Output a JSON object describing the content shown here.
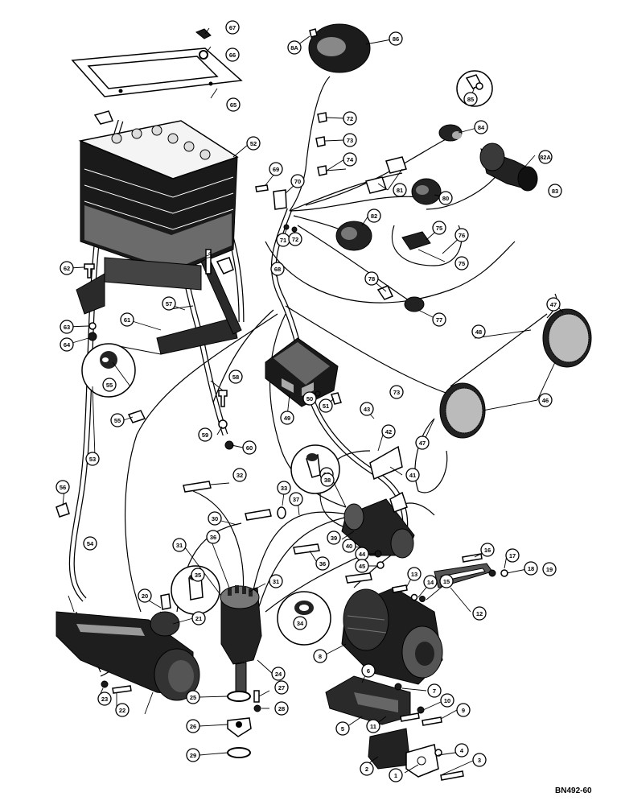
{
  "drawing_code": "BN492-60",
  "callouts": [
    {
      "label": "1"
    },
    {
      "label": "2"
    },
    {
      "label": "3"
    },
    {
      "label": "4"
    },
    {
      "label": "5"
    },
    {
      "label": "6"
    },
    {
      "label": "7"
    },
    {
      "label": "8"
    },
    {
      "label": "9"
    },
    {
      "label": "10"
    },
    {
      "label": "11"
    },
    {
      "label": "12"
    },
    {
      "label": "13"
    },
    {
      "label": "14"
    },
    {
      "label": "15"
    },
    {
      "label": "16"
    },
    {
      "label": "17"
    },
    {
      "label": "18"
    },
    {
      "label": "19"
    },
    {
      "label": "20"
    },
    {
      "label": "21"
    },
    {
      "label": "22"
    },
    {
      "label": "23"
    },
    {
      "label": "24"
    },
    {
      "label": "25"
    },
    {
      "label": "26"
    },
    {
      "label": "27"
    },
    {
      "label": "28"
    },
    {
      "label": "29"
    },
    {
      "label": "30"
    },
    {
      "label": "31"
    },
    {
      "label": "31"
    },
    {
      "label": "32"
    },
    {
      "label": "33"
    },
    {
      "label": "34"
    },
    {
      "label": "35"
    },
    {
      "label": "35"
    },
    {
      "label": "36"
    },
    {
      "label": "36"
    },
    {
      "label": "37"
    },
    {
      "label": "38"
    },
    {
      "label": "39"
    },
    {
      "label": "40"
    },
    {
      "label": "41"
    },
    {
      "label": "42"
    },
    {
      "label": "43"
    },
    {
      "label": "44"
    },
    {
      "label": "45"
    },
    {
      "label": "46"
    },
    {
      "label": "47"
    },
    {
      "label": "47"
    },
    {
      "label": "48"
    },
    {
      "label": "49"
    },
    {
      "label": "50"
    },
    {
      "label": "51"
    },
    {
      "label": "52"
    },
    {
      "label": "53"
    },
    {
      "label": "54"
    },
    {
      "label": "55"
    },
    {
      "label": "55"
    },
    {
      "label": "56"
    },
    {
      "label": "57"
    },
    {
      "label": "58"
    },
    {
      "label": "59"
    },
    {
      "label": "60"
    },
    {
      "label": "61"
    },
    {
      "label": "62"
    },
    {
      "label": "63"
    },
    {
      "label": "64"
    },
    {
      "label": "65"
    },
    {
      "label": "66"
    },
    {
      "label": "67"
    },
    {
      "label": "68"
    },
    {
      "label": "69"
    },
    {
      "label": "70"
    },
    {
      "label": "71"
    },
    {
      "label": "72"
    },
    {
      "label": "72"
    },
    {
      "label": "73"
    },
    {
      "label": "73"
    },
    {
      "label": "74"
    },
    {
      "label": "75"
    },
    {
      "label": "75"
    },
    {
      "label": "76"
    },
    {
      "label": "77"
    },
    {
      "label": "78"
    },
    {
      "label": "80"
    },
    {
      "label": "81"
    },
    {
      "label": "82"
    },
    {
      "label": "82A"
    },
    {
      "label": "83"
    },
    {
      "label": "84"
    },
    {
      "label": "85"
    },
    {
      "label": "86"
    },
    {
      "label": "8A"
    }
  ]
}
